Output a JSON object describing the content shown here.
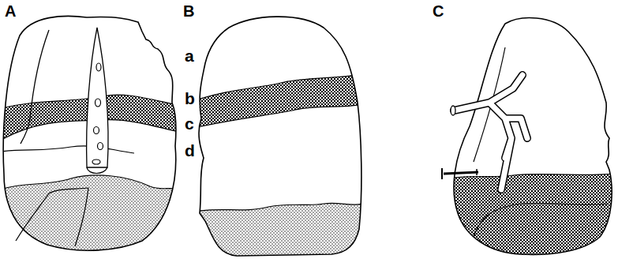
{
  "diagram": {
    "labels": [
      "A",
      "B",
      "C",
      "a",
      "b",
      "c",
      "d"
    ]
  }
}
